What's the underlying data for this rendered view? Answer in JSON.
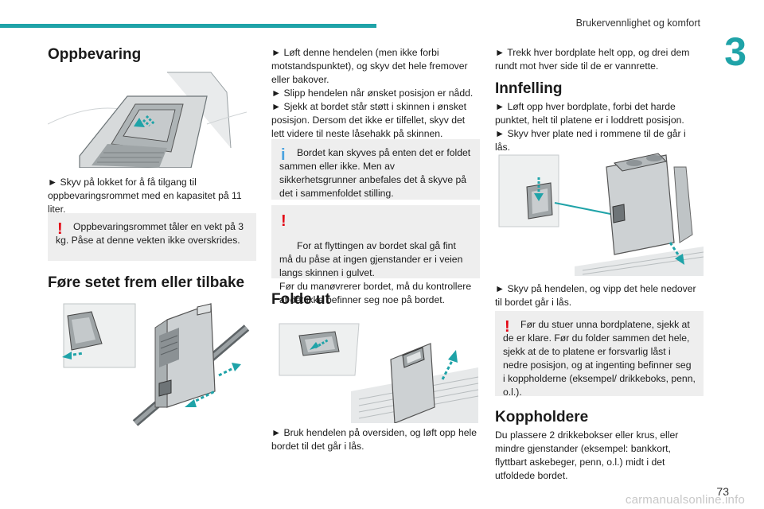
{
  "header": {
    "section_title": "Brukervennlighet og komfort",
    "chapter_number": "3",
    "accent_color": "#1fa3a8"
  },
  "page_number": "73",
  "watermark": "carmanualsonline.info",
  "col1": {
    "storage_title": "Oppbevaring",
    "storage_text": "► Skyv på lokket for å få tilgang til oppbevaringsrommet med en kapasitet på 11 liter.",
    "storage_warning": "Oppbevaringsrommet tåler en vekt på 3 kg. Påse at denne vekten ikke overskrides.",
    "seat_title": "Føre setet frem eller tilbake"
  },
  "col2": {
    "seat_text": "► Løft denne hendelen (men ikke forbi motstandspunktet), og skyv det hele fremover eller bakover.\n► Slipp hendelen når ønsket posisjon er nådd.\n► Sjekk at bordet står støtt i skinnen i ønsket posisjon. Dersom det ikke er tilfellet, skyv det lett videre til neste låsehakk på skinnen.",
    "seat_info": "Bordet kan skyves på enten det er foldet sammen eller ikke. Men av sikkerhetsgrunner anbefales det å skyve på det i sammenfoldet stilling.",
    "seat_warning": "For at flyttingen av bordet skal gå fint må du påse at ingen gjenstander er i veien langs skinnen i gulvet.\nFør du manøvrerer bordet, må du kontrollere at det ikke befinner seg noe på bordet.",
    "unfold_title": "Folde ut",
    "unfold_text": "► Bruk hendelen på oversiden, og løft opp hele bordet til det går i lås."
  },
  "col3": {
    "unfold_text2": "► Trekk hver bordplate helt opp, og drei dem rundt mot hver side til de er vannrette.",
    "fold_title": "Innfelling",
    "fold_text": "► Løft opp hver bordplate, forbi det harde punktet, helt til platene er i loddrett posisjon.\n► Skyv hver plate ned i rommene til de går i lås.",
    "fold_text2": "► Skyv på hendelen, og vipp det hele nedover til bordet går i lås.",
    "fold_warning": "Før du stuer unna bordplatene, sjekk at de er klare. Før du folder sammen det hele, sjekk at de to platene er forsvarlig låst i nedre posisjon, og at ingenting befinner seg i koppholderne (eksempel/ drikkeboks, penn, o.l.).",
    "cup_title": "Koppholdere",
    "cup_text": "Du plassere 2 drikkebokser eller krus, eller mindre gjenstander (eksempel: bankkort, flyttbart askebeger, penn, o.l.) midt i det utfoldede bordet."
  },
  "colors": {
    "warning": "#e30613",
    "info": "#4aa3df",
    "note_bg": "#eeeeee"
  }
}
